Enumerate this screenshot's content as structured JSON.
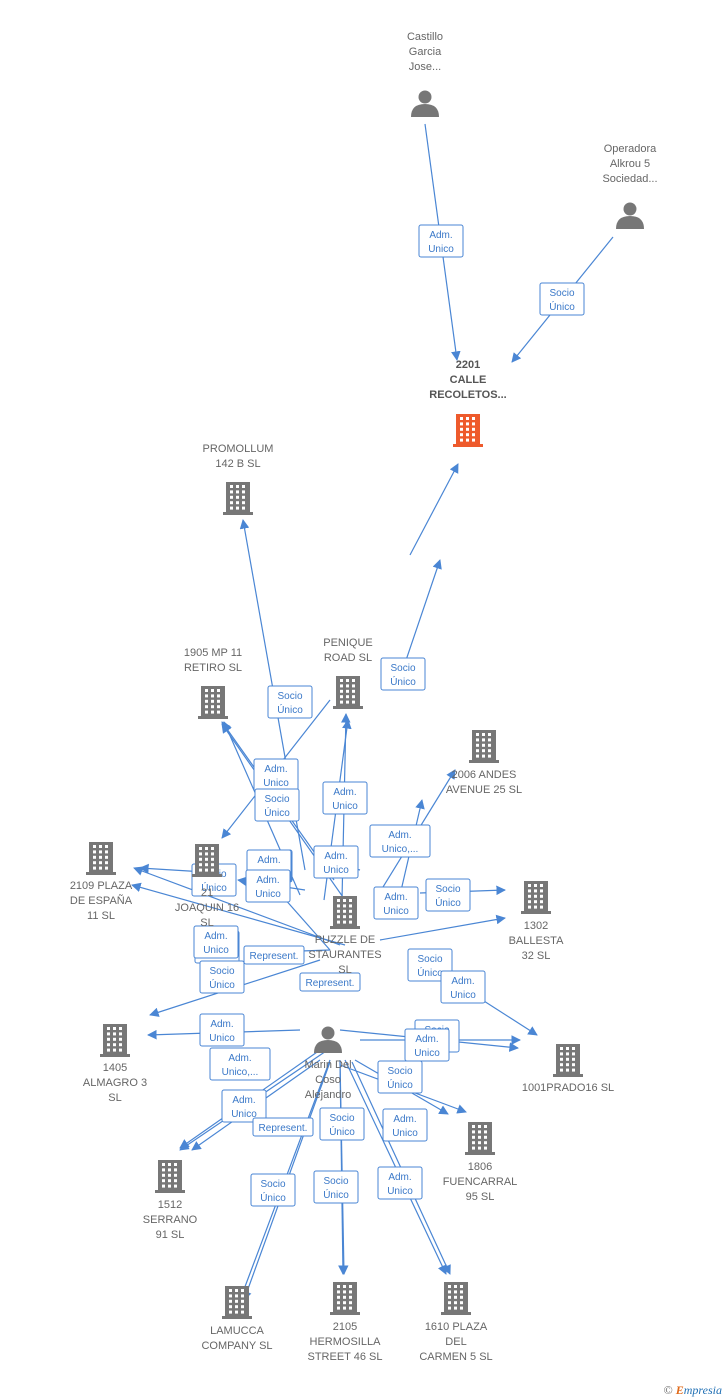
{
  "nodes": [
    {
      "id": "castillo",
      "kind": "person",
      "label": [
        "Castillo",
        "Garcia",
        "Jose..."
      ]
    },
    {
      "id": "operadora",
      "kind": "person",
      "label": [
        "Operadora",
        "Alkrou 5",
        "Sociedad..."
      ]
    },
    {
      "id": "calle",
      "kind": "company-main",
      "label": [
        "2201",
        "CALLE",
        "RECOLETOS..."
      ]
    },
    {
      "id": "promollum",
      "kind": "company",
      "label": [
        "PROMOLLUM",
        "142 B SL"
      ]
    },
    {
      "id": "mp11",
      "kind": "company",
      "label": [
        "1905 MP 11",
        "RETIRO  SL"
      ]
    },
    {
      "id": "penique",
      "kind": "company",
      "label": [
        "PENIQUE",
        "ROAD SL"
      ]
    },
    {
      "id": "andes",
      "kind": "company",
      "label": [
        "2006 ANDES",
        "AVENUE 25  SL"
      ]
    },
    {
      "id": "plazaespana",
      "kind": "company",
      "label": [
        "2109 PLAZA",
        "DE ESPAÑA",
        "11  SL"
      ]
    },
    {
      "id": "joaquin",
      "kind": "company",
      "label": [
        "21",
        "JOAQUIN 16",
        "SL"
      ]
    },
    {
      "id": "puzzle",
      "kind": "company",
      "label": [
        "PUZZLE DE",
        "STAURANTES",
        "SL"
      ]
    },
    {
      "id": "ballesta",
      "kind": "company",
      "label": [
        "1302",
        "BALLESTA",
        "32 SL"
      ]
    },
    {
      "id": "marin",
      "kind": "person",
      "label": [
        "Marin Del",
        "Coso",
        "Alejandro"
      ]
    },
    {
      "id": "almagro",
      "kind": "company",
      "label": [
        "1405",
        "ALMAGRO 3",
        "SL"
      ]
    },
    {
      "id": "prado",
      "kind": "company",
      "label": [
        "1001PRADO16 SL"
      ]
    },
    {
      "id": "fuencarral",
      "kind": "company",
      "label": [
        "1806",
        "FUENCARRAL",
        "95  SL"
      ]
    },
    {
      "id": "serrano",
      "kind": "company",
      "label": [
        "1512",
        "SERRANO",
        "91  SL"
      ]
    },
    {
      "id": "lamucca",
      "kind": "company",
      "label": [
        "LAMUCCA",
        "COMPANY SL"
      ]
    },
    {
      "id": "hermosilla",
      "kind": "company",
      "label": [
        "2105",
        "HERMOSILLA",
        "STREET 46  SL"
      ]
    },
    {
      "id": "plazacarmen",
      "kind": "company",
      "label": [
        "1610 PLAZA",
        "DEL",
        "CARMEN 5  SL"
      ]
    }
  ],
  "edge_labels": [
    [
      "Adm.",
      "Unico"
    ],
    [
      "Socio",
      "Único"
    ],
    [
      "Socio",
      "Único"
    ],
    [
      "Socio",
      "Único"
    ],
    [
      "Adm.",
      "Unico"
    ],
    [
      "Adm.",
      "Unico"
    ],
    [
      "Socio",
      "Único"
    ],
    [
      "Socio",
      "Único"
    ],
    [
      "Adm.",
      "Unico"
    ],
    [
      "Adm.",
      "Unico,..."
    ],
    [
      "Socio",
      "Único"
    ],
    [
      "Adm.",
      "Unico"
    ],
    [
      "Socio",
      "Único"
    ],
    [
      "Adm.",
      "Unico"
    ],
    [
      "Adm.",
      "Unico"
    ],
    [
      "Represent."
    ],
    [
      "Socio",
      "Único"
    ],
    [
      "Represent."
    ],
    [
      "Adm.",
      "Unico"
    ],
    [
      "Socio",
      "Único"
    ],
    [
      "Adm.",
      "Unico"
    ],
    [
      "Adm.",
      "Unico,..."
    ],
    [
      "Socio",
      "Único"
    ],
    [
      "Adm.",
      "Unico"
    ],
    [
      "Represent."
    ],
    [
      "Socio",
      "Único"
    ],
    [
      "Adm.",
      "Unico"
    ],
    [
      "Socio",
      "Único"
    ],
    [
      "Socio",
      "Único"
    ],
    [
      "Adm.",
      "Unico"
    ],
    [
      "Socio",
      "Único"
    ],
    [
      "Adm.",
      "Unico"
    ],
    [
      "Adm.",
      "Unico"
    ],
    [
      "Adm.",
      "Unico"
    ]
  ],
  "colors": {
    "edge": "#4a86d4",
    "node": "#777777",
    "main": "#ee5a2c"
  },
  "footer": {
    "copyright": "©",
    "brand": "mpresia",
    "brand_initial": "E"
  }
}
